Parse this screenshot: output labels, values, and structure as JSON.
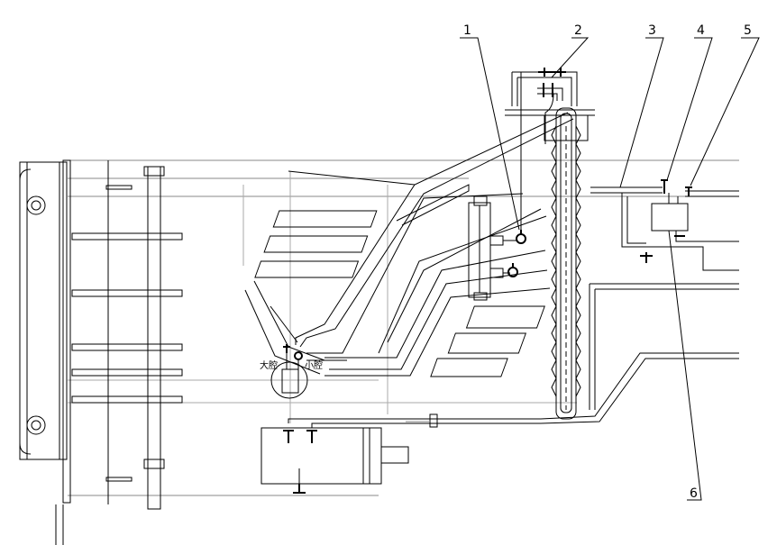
{
  "callouts": [
    {
      "id": "1",
      "label": "1"
    },
    {
      "id": "2",
      "label": "2"
    },
    {
      "id": "3",
      "label": "3"
    },
    {
      "id": "4",
      "label": "4"
    },
    {
      "id": "5",
      "label": "5"
    },
    {
      "id": "6",
      "label": "6"
    }
  ],
  "valve_labels": {
    "large_cavity": "大腔",
    "small_cavity": "小腔"
  }
}
